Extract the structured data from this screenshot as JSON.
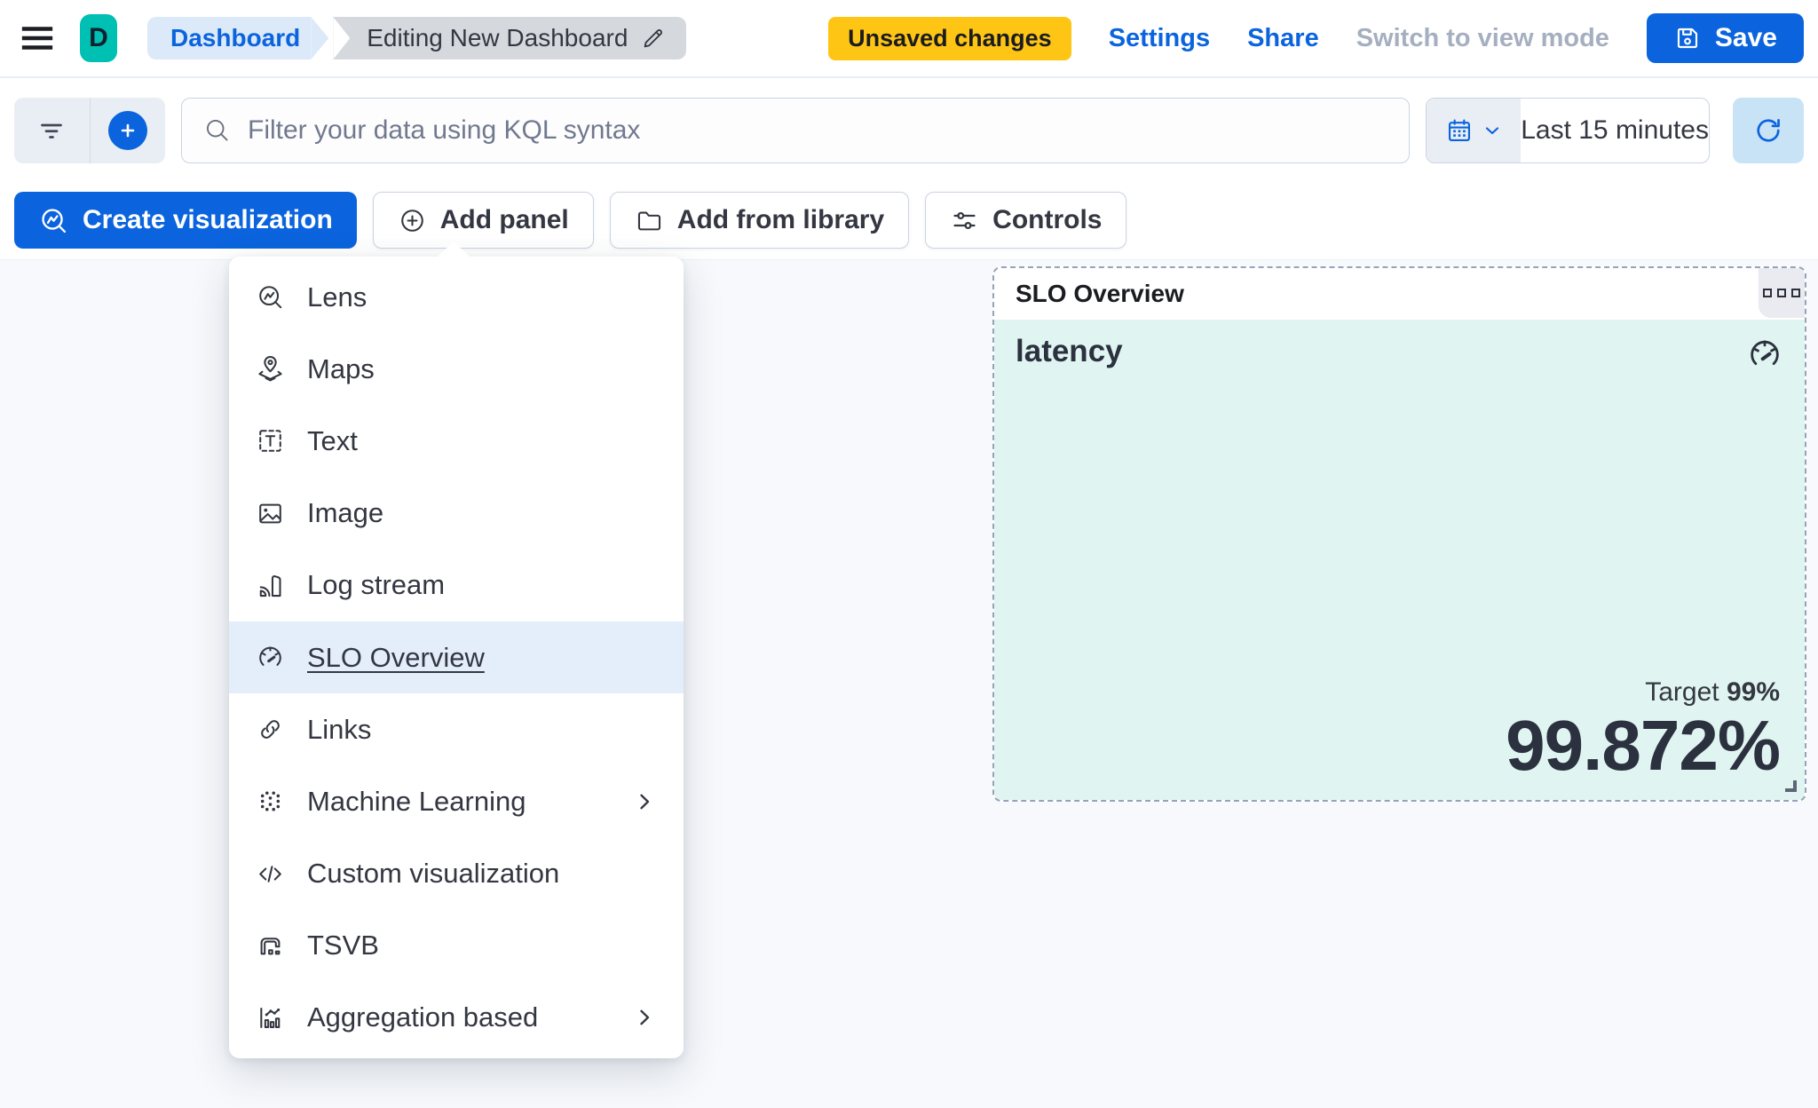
{
  "header": {
    "logo_letter": "D",
    "breadcrumb_root": "Dashboard",
    "breadcrumb_current": "Editing New Dashboard",
    "unsaved_badge": "Unsaved changes",
    "settings_label": "Settings",
    "share_label": "Share",
    "view_mode_label": "Switch to view mode",
    "save_label": "Save"
  },
  "query_bar": {
    "search_placeholder": "Filter your data using KQL syntax",
    "time_range": "Last 15 minutes"
  },
  "toolbar": {
    "create_viz_label": "Create visualization",
    "add_panel_label": "Add panel",
    "add_from_library_label": "Add from library",
    "controls_label": "Controls"
  },
  "add_panel_menu": {
    "items": [
      {
        "label": "Lens",
        "icon": "lens-icon",
        "selected": false,
        "has_submenu": false
      },
      {
        "label": "Maps",
        "icon": "maps-icon",
        "selected": false,
        "has_submenu": false
      },
      {
        "label": "Text",
        "icon": "text-icon",
        "selected": false,
        "has_submenu": false
      },
      {
        "label": "Image",
        "icon": "image-icon",
        "selected": false,
        "has_submenu": false
      },
      {
        "label": "Log stream",
        "icon": "log-stream-icon",
        "selected": false,
        "has_submenu": false
      },
      {
        "label": "SLO Overview",
        "icon": "gauge-icon",
        "selected": true,
        "has_submenu": false
      },
      {
        "label": "Links",
        "icon": "link-icon",
        "selected": false,
        "has_submenu": false
      },
      {
        "label": "Machine Learning",
        "icon": "machine-learning-icon",
        "selected": false,
        "has_submenu": true
      },
      {
        "label": "Custom visualization",
        "icon": "code-icon",
        "selected": false,
        "has_submenu": false
      },
      {
        "label": "TSVB",
        "icon": "tsvb-icon",
        "selected": false,
        "has_submenu": false
      },
      {
        "label": "Aggregation based",
        "icon": "aggregation-icon",
        "selected": false,
        "has_submenu": true
      }
    ]
  },
  "slo_panel": {
    "title": "SLO Overview",
    "name": "latency",
    "target_label": "Target",
    "target_value": "99%",
    "value": "99.872%"
  },
  "colors": {
    "primary": "#0B64DD",
    "warning": "#FEC514",
    "brand_teal": "#00BFB3",
    "panel_background": "#E0F5F1",
    "text": "#343741"
  }
}
